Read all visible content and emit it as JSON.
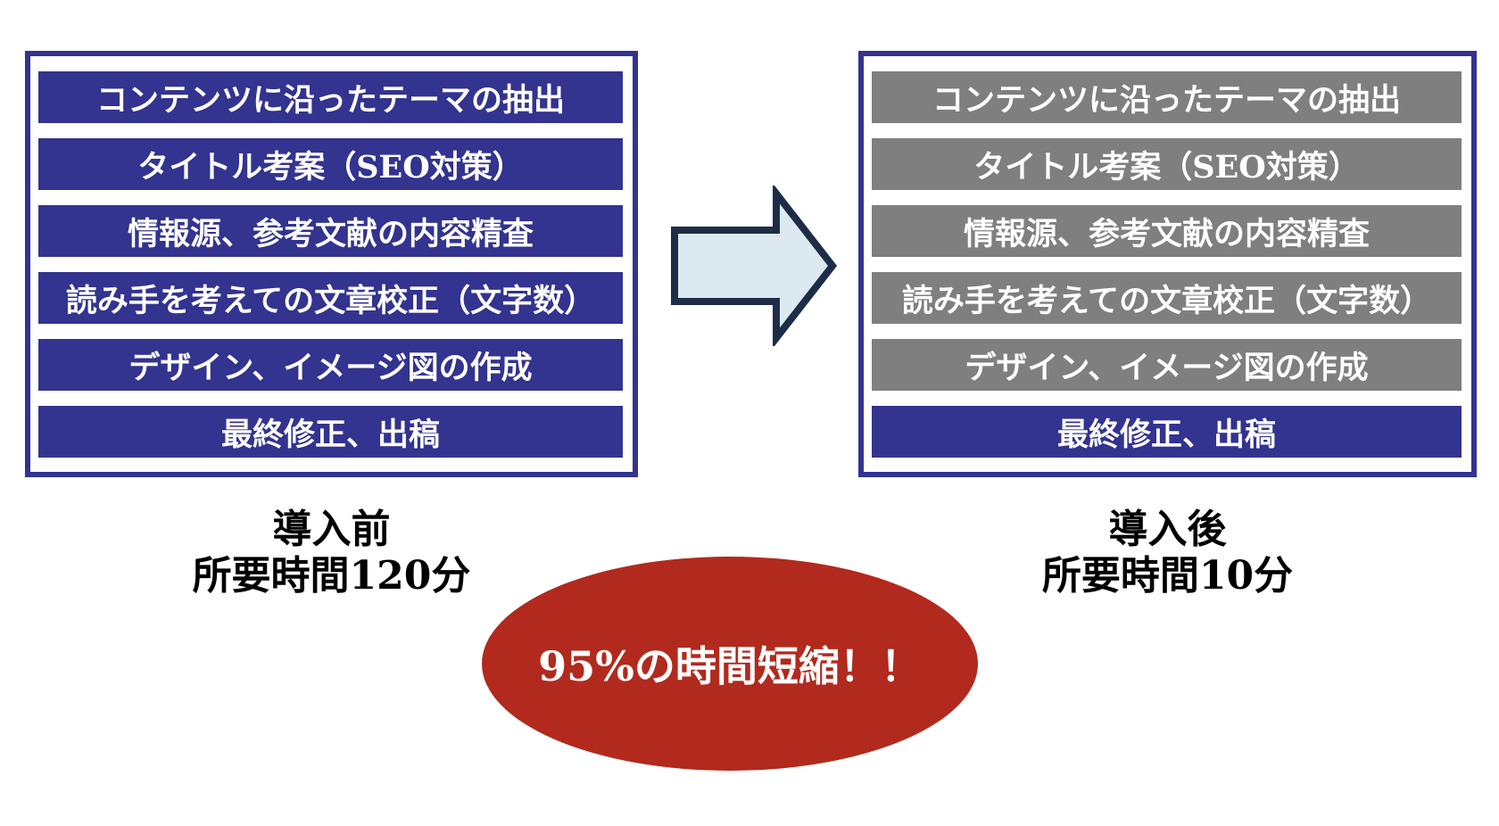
{
  "steps": [
    "コンテンツに沿ったテーマの抽出",
    "タイトル考案（SEO対策）",
    "情報源、参考文献の内容精査",
    "読み手を考えての文章校正（文字数）",
    "デザイン、イメージ図の作成",
    "最終修正、出稿"
  ],
  "before": {
    "caption_line1": "導入前",
    "caption_line2": "所要時間120分"
  },
  "after": {
    "caption_line1": "導入後",
    "caption_line2": "所要時間10分"
  },
  "highlight": {
    "text": "95%の時間短縮！！"
  },
  "icons": {
    "arrow": "block-arrow-right"
  },
  "colors": {
    "accent-indigo": "#333390",
    "bar-gray": "#7f7f7f",
    "arrow-fill": "#dce9f1",
    "arrow-border": "#1e2d47",
    "highlight-red": "#b12a1d",
    "text-white": "#ffffff",
    "text-black": "#000000"
  }
}
